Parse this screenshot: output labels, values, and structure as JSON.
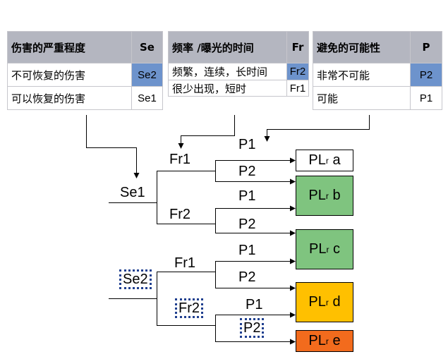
{
  "tables": {
    "severity": {
      "header": "伤害的严重程度",
      "code_header": "Se",
      "rows": [
        {
          "label": "不可恢复的伤害",
          "code": "Se2",
          "selected": true
        },
        {
          "label": "可以恢复的伤害",
          "code": "Se1",
          "selected": false
        }
      ]
    },
    "frequency": {
      "header": "频率 /曝光的时间",
      "code_header": "Fr",
      "rows": [
        {
          "label": "频繁，连续，长时间",
          "code": "Fr2",
          "selected": true
        },
        {
          "label": "很少出现，短时",
          "code": "Fr1",
          "selected": false
        }
      ]
    },
    "avoidance": {
      "header": "避免的可能性",
      "code_header": "P",
      "rows": [
        {
          "label": "非常不可能",
          "code": "P2",
          "selected": true
        },
        {
          "label": "可能",
          "code": "P1",
          "selected": false
        }
      ]
    }
  },
  "tree": {
    "se1": "Se1",
    "se2": "Se2",
    "fr1_a": "Fr1",
    "fr2_a": "Fr2",
    "fr1_b": "Fr1",
    "fr2_b": "Fr2",
    "p_labels": [
      "P1",
      "P2",
      "P1",
      "P2",
      "P1",
      "P2",
      "P1",
      "P2"
    ],
    "results": [
      {
        "prefix": "PL",
        "sub": "r",
        "level": "a",
        "color": "#ffffff"
      },
      {
        "prefix": "PL",
        "sub": "r",
        "level": "b",
        "color": "#7fc47f"
      },
      {
        "prefix": "PL",
        "sub": "r",
        "level": "c",
        "color": "#7fc47f"
      },
      {
        "prefix": "PL",
        "sub": "r",
        "level": "d",
        "color": "#ffc000"
      },
      {
        "prefix": "PL",
        "sub": "r",
        "level": "e",
        "color": "#f26b1d"
      }
    ],
    "highlight_color": "#1f3f8f"
  }
}
